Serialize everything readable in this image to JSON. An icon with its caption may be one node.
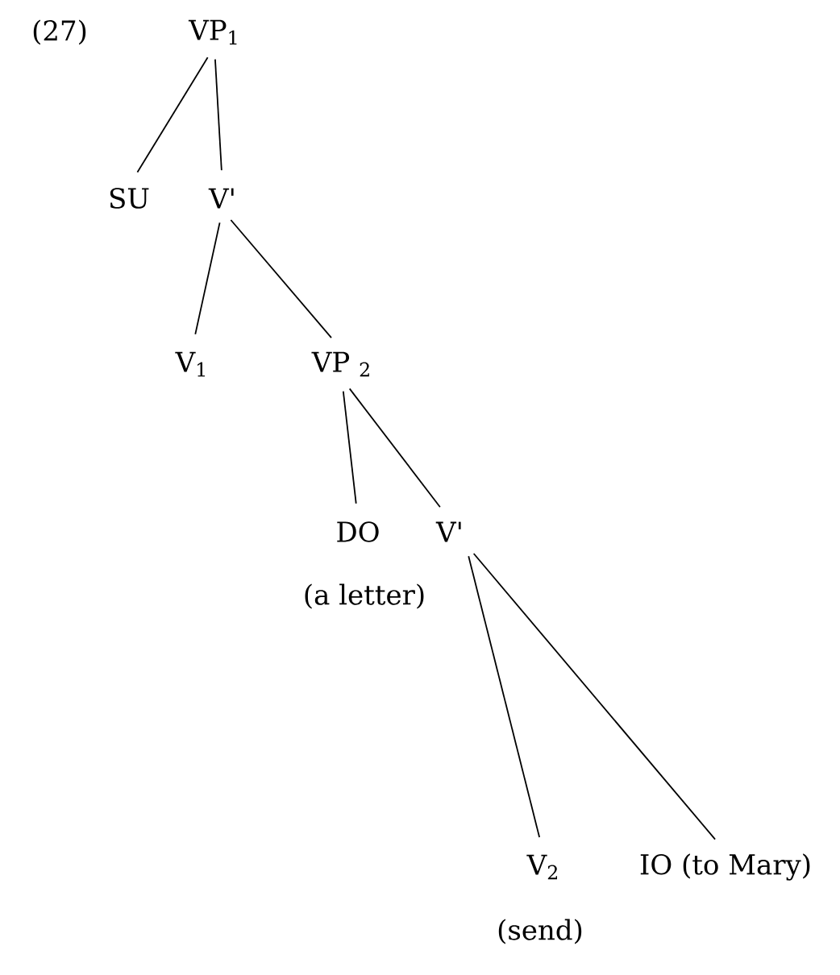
{
  "diagram": {
    "nodes": [
      {
        "text": [
          "VP$_{1}$"
        ]
      },
      {
        "text": [
          "SU"
        ]
      },
      {
        "text": [
          "V'"
        ]
      },
      {
        "text": [
          "V$_{1}$"
        ]
      },
      {
        "text": [
          "VP $_{2}$"
        ]
      },
      {
        "text": [
          "DO"
        ],
        "beside": [
          "(a letter)"
        ]
      },
      {
        "text": [
          "V'"
        ]
      },
      {
        "text": [
          "V$_{2}$"
        ],
        "beside": [
          "(send)"
        ]
      },
      {
        "text": [
          "IO (to Mary)"
        ]
      }
    ],
    "edges": [
      {
        "from": 0,
        "to": 1,
        "arrow": "none"
      },
      {
        "from": 0,
        "to": 2,
        "arrow": "none"
      },
      {
        "from": 2,
        "to": 3,
        "arrow": "none"
      },
      {
        "from": 2,
        "to": 4,
        "arrow": "none"
      },
      {
        "from": 4,
        "to": 5,
        "arrow": "none"
      },
      {
        "from": 4,
        "to": 6,
        "arrow": "none"
      },
      {
        "from": 6,
        "to": 7,
        "arrow": "none"
      },
      {
        "from": 6,
        "to": 8,
        "arrow": "none"
      }
    ],
    "labels": [
      "(27)"
    ]
  }
}
